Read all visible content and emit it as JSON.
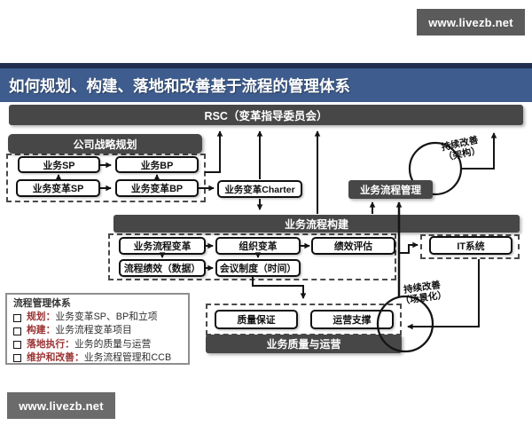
{
  "title": "如何规划、构建、落地和改善基于流程的管理体系",
  "watermarks": {
    "top": "www.livezb.net",
    "bottom": "www.livezb.net"
  },
  "rsc": {
    "label": "RSC（变革指导委员会）"
  },
  "strategy": {
    "header": "公司战略规划",
    "sp": "业务SP",
    "bp": "业务BP",
    "change_sp": "业务变革SP",
    "change_bp": "业务变革BP"
  },
  "charter": {
    "label": "业务变革Charter"
  },
  "bpm": {
    "label": "业务流程管理"
  },
  "build": {
    "header": "业务流程构建",
    "process_change": "业务流程变革",
    "org_change": "组织变革",
    "perf_eval": "绩效评估",
    "process_perf": "流程绩效（数据）",
    "meeting_system": "会议制度（时间）",
    "it_system": "IT系统"
  },
  "operations": {
    "qa": "质量保证",
    "support": "运营支撑",
    "bar": "业务质量与运营"
  },
  "loops": {
    "architecture_1": "持续改善",
    "architecture_2": "（架构）",
    "scenario_1": "持续改善",
    "scenario_2": "（场景化）"
  },
  "legend": {
    "title": "流程管理体系",
    "items": [
      {
        "label": "规划：",
        "text": "业务变革SP、BP和立项"
      },
      {
        "label": "构建：",
        "text": "业务流程变革项目"
      },
      {
        "label": "落地执行：",
        "text": "业务的质量与运营"
      },
      {
        "label": "维护和改善：",
        "text": "业务流程管理和CCB"
      }
    ]
  },
  "colors": {
    "accent_blue": "#3e5c8d",
    "box_dark": "#474747",
    "legend_red": "#9b3232"
  }
}
